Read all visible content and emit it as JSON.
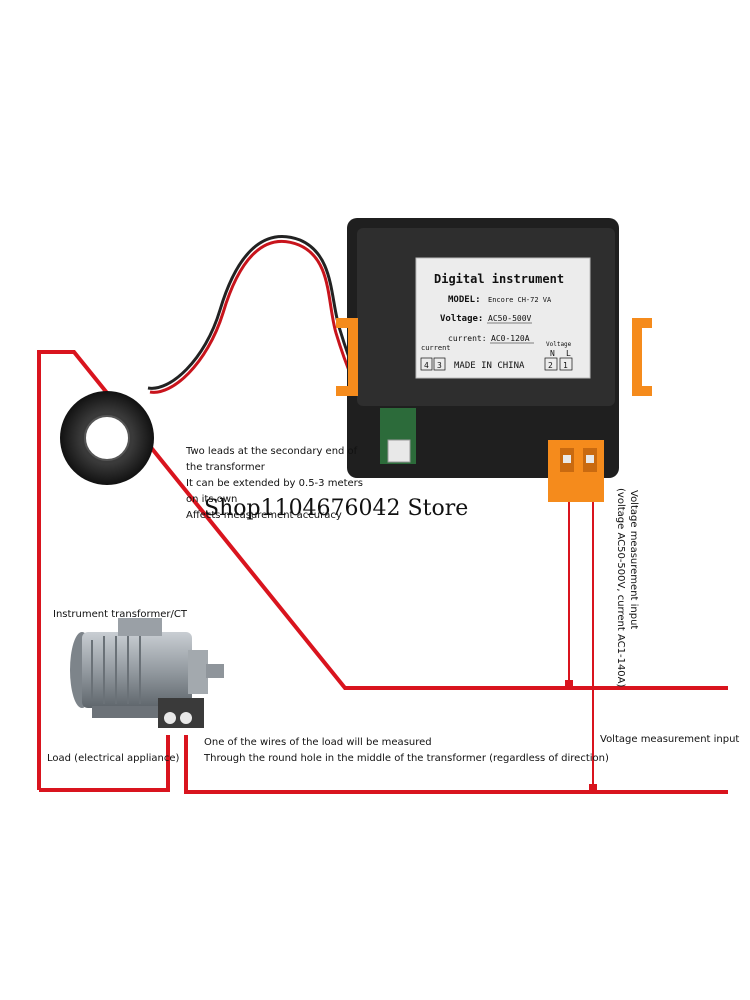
{
  "meter_label": {
    "title": "Digital instrument",
    "model_prefix": "MODEL:",
    "model_value": "Encore CH-72 VA",
    "voltage_prefix": "Voltage:",
    "voltage_value": "AC50-500V",
    "current_prefix": "current:",
    "current_value": "AC0-120A",
    "current_term_label": "current",
    "current_terms": [
      "4",
      "3"
    ],
    "made_in": "MADE IN CHINA",
    "voltage_term_label": "Voltage",
    "voltage_term_letters": [
      "N",
      "L"
    ],
    "voltage_terms": [
      "2",
      "1"
    ]
  },
  "annotations": {
    "leads_line1": "Two leads at the secondary end of",
    "leads_line2": "the transformer",
    "leads_line3": "It can be extended by 0.5-3 meters",
    "leads_line4": "on its own",
    "leads_line5": "Affects measurement accuracy",
    "ct_label": "Instrument transformer/CT",
    "load_label": "Load (electrical appliance)",
    "wire_line1": "One of the wires of the load will be measured",
    "wire_line2": "Through the round hole in the middle of the transformer (regardless of direction)",
    "voltage_input": "Voltage measurement input",
    "vertical_line1": "Voltage measurement input",
    "vertical_line2": "(voltage AC50-500V, current AC1-140A)"
  },
  "watermark": "Shop1104676042 Store",
  "colors": {
    "wire_red": "#d9141e",
    "terminal_orange": "#f58b1c",
    "meter_body": "#2b2b2b",
    "plate_bg": "#ececec",
    "ct_ring": "#1a1a1a",
    "motor_gray": "#9aa0a6"
  }
}
